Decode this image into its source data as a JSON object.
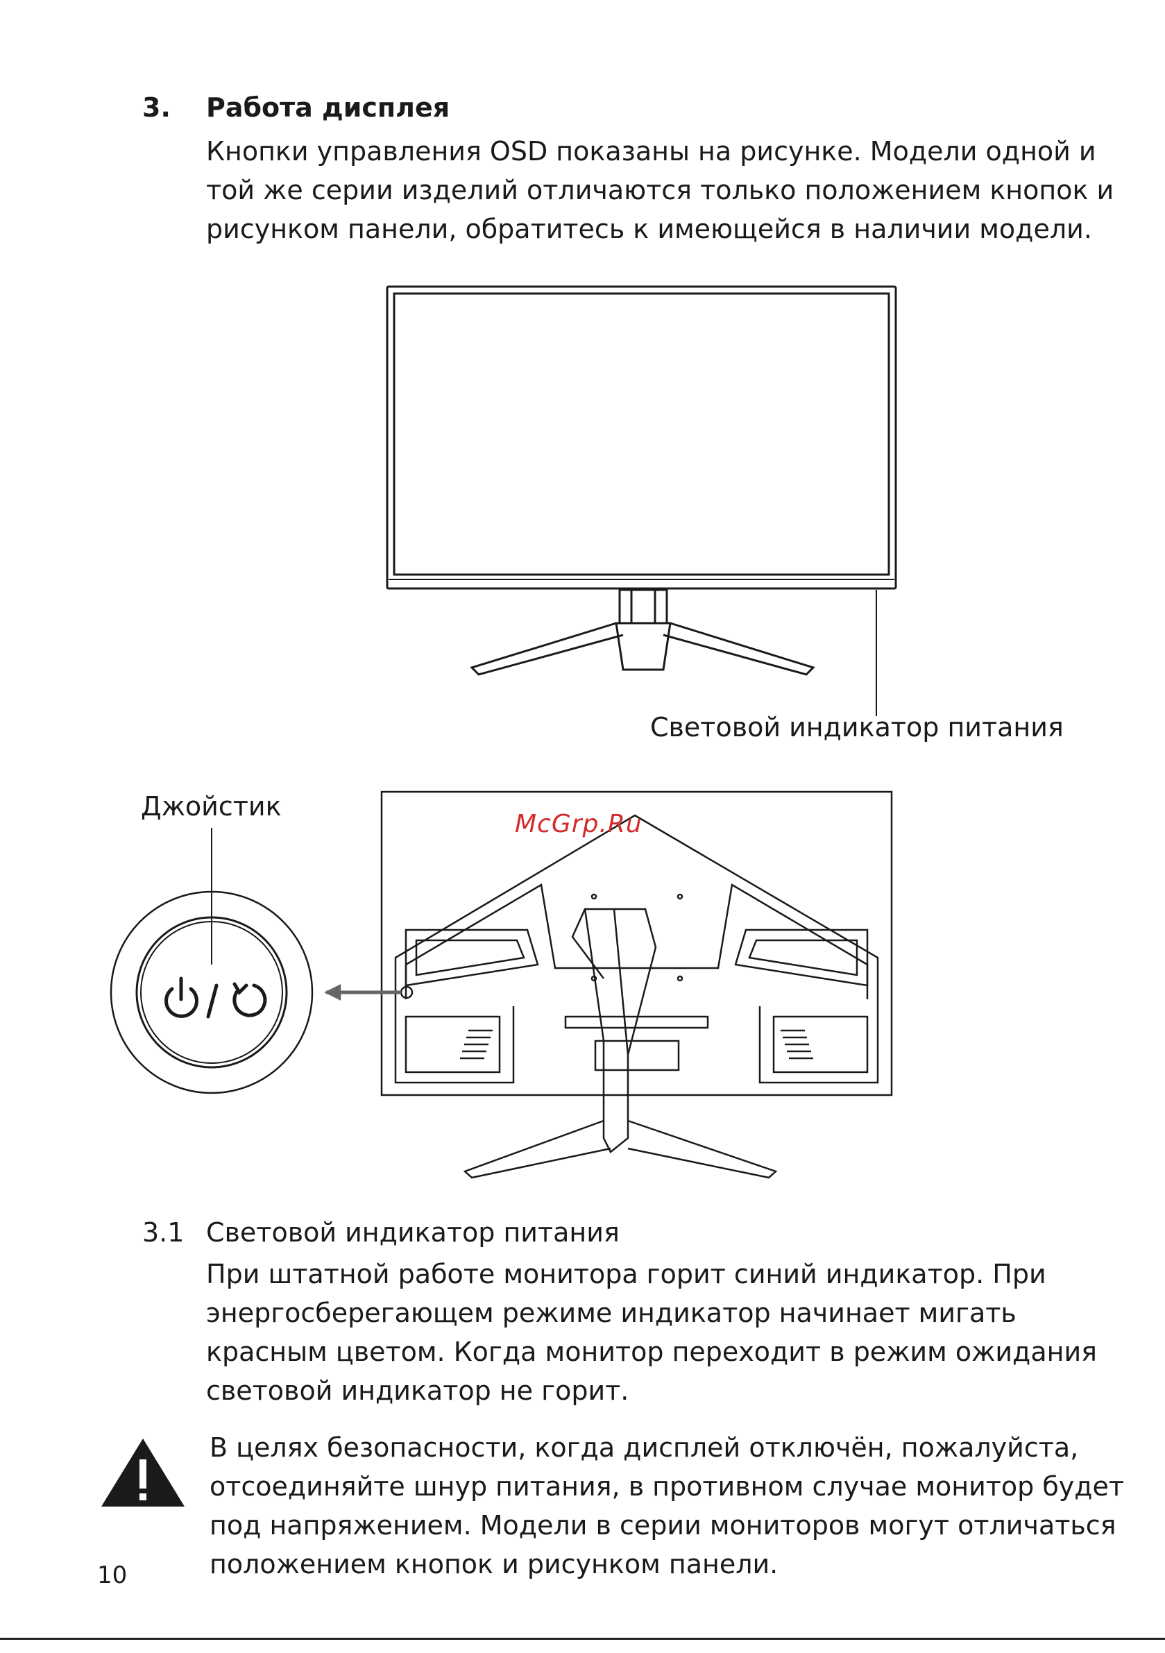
{
  "section": {
    "number": "3.",
    "title": "Работа дисплея",
    "intro_lines": [
      "Кнопки управления OSD показаны на рисунке. Модели одной и",
      "той же серии изделий отличаются только положением кнопок и",
      "рисунком панели, обратитесь к имеющейся в наличии модели."
    ]
  },
  "figure": {
    "led_caption": "Световой индикатор питания",
    "joystick_caption": "Джойстик",
    "watermark": "McGrp.Ru"
  },
  "subsection": {
    "number": "3.1",
    "title": "Световой индикатор питания",
    "body_lines": [
      "При штатной работе монитора горит синий индикатор. При",
      "энергосберегающем режиме индикатор начинает мигать",
      "красным цветом.  Когда монитор переходит в режим ожидания",
      "световой индикатор не горит."
    ]
  },
  "warning": {
    "icon": "warning-triangle-icon",
    "lines": [
      "В целях безопасности, когда дисплей отключён, пожалуйста,",
      "отсоединяйте шнур питания, в противном случае монитор будет",
      "под напряжением. Модели в серии мониторов могут отличаться",
      "положением кнопок и рисунком панели."
    ]
  },
  "page_number": "10",
  "colors": {
    "watermark": "#d42a2a",
    "text": "#1a1a1a"
  }
}
